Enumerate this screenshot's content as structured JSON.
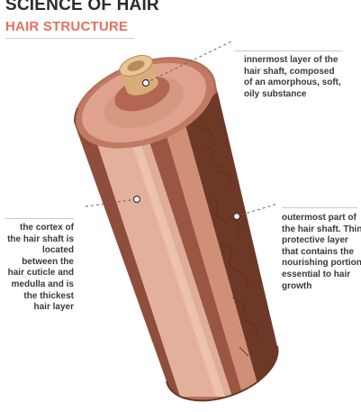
{
  "header": {
    "title": "SCIENCE OF HAIR",
    "subtitle": "HAIR STRUCTURE"
  },
  "labels": {
    "medulla": "innermost layer of the hair shaft, composed of an amorphous, soft, oily substance",
    "cortex": "the cortex of the hair shaft is located between the hair cuticle and medulla and is the thickest hair layer",
    "cuticle": "outermost part of the hair shaft. Thin protective layer that contains the nourishing portion essential to hair growth"
  },
  "colors": {
    "title": "#2b2b2b",
    "subtitle": "#e4705a",
    "cuticle": "#7a4330",
    "cortex": "#c98a73",
    "medulla": "#dcb27e",
    "top_face": "#d9a08b"
  }
}
